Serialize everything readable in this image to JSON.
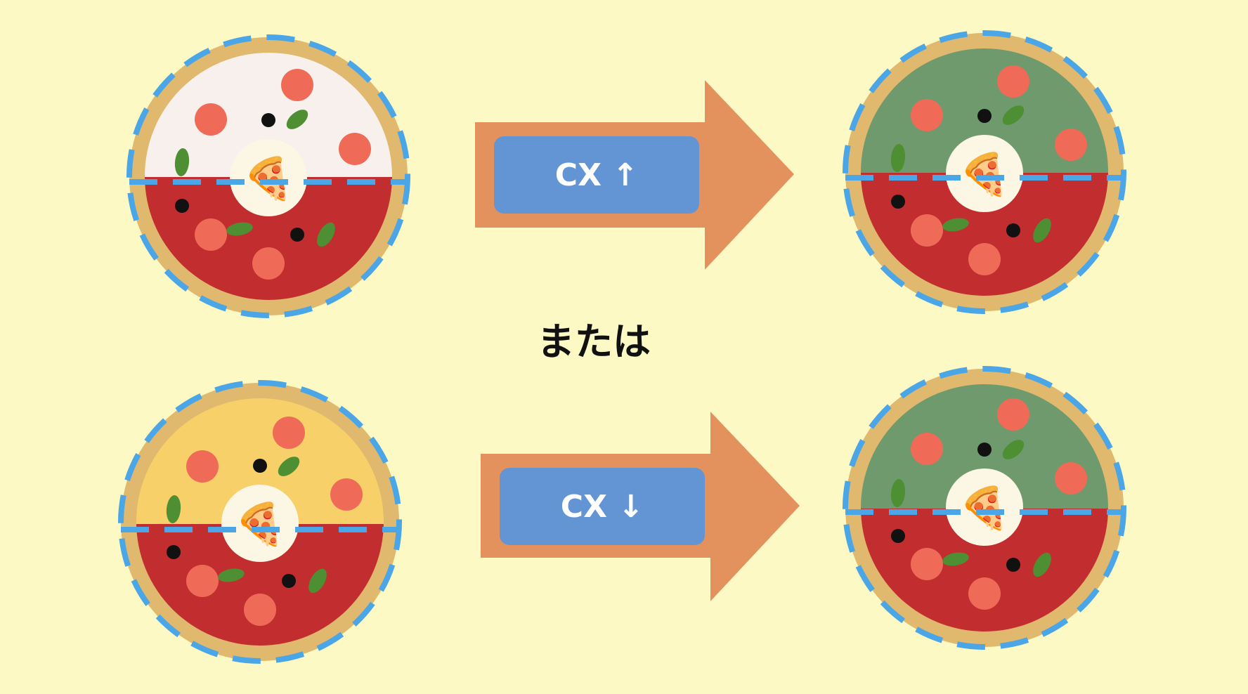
{
  "diagram": {
    "top_arrow_label": "CX ↑",
    "bottom_arrow_label": "CX ↓",
    "middle_text": "または",
    "pizza_emoji": "🍕",
    "colors": {
      "background": "#fdf9c4",
      "crust": "#e0b86e",
      "sauce": "#c22d30",
      "white_top": "#f8f0ec",
      "yellow_top": "#f7d06a",
      "green_top": "#6f9a6e",
      "pepperoni": "#ef6b57",
      "basil": "#4e8f33",
      "olive": "#111111",
      "dash": "#4aa6e6",
      "arrow": "#e3925e",
      "label_box": "#6395d4"
    }
  }
}
